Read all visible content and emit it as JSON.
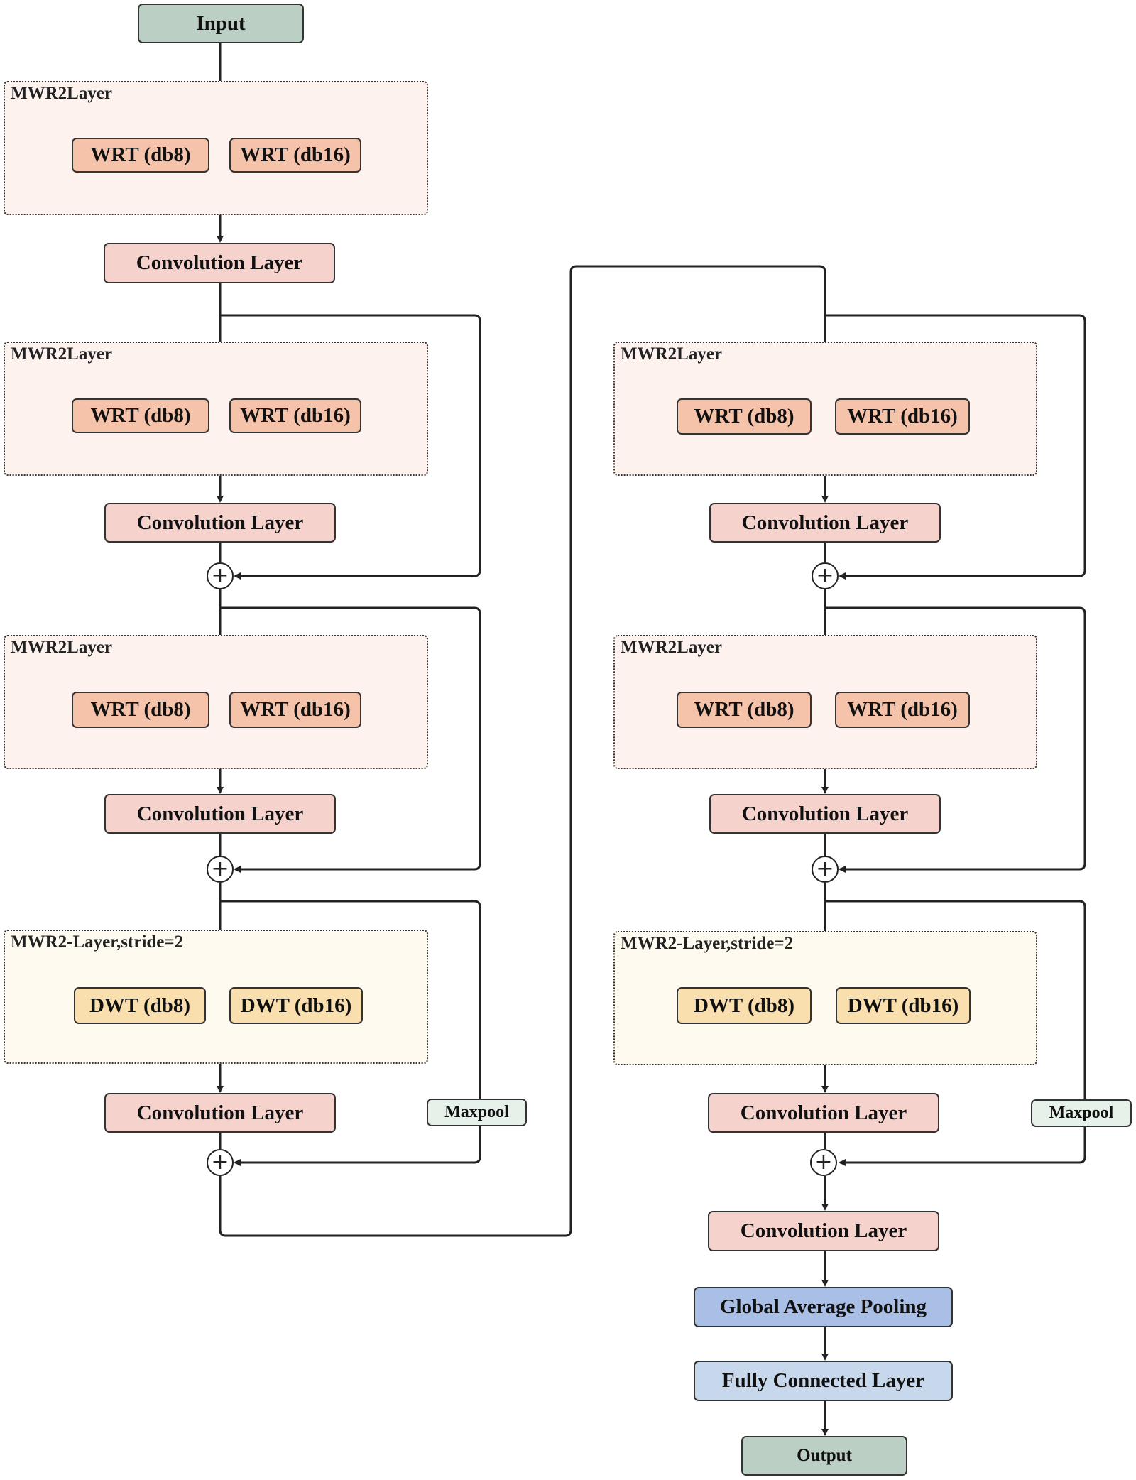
{
  "diagram": {
    "input": "Input",
    "output": "Output",
    "left_column": {
      "blocks": [
        {
          "group_label": "MWR2Layer",
          "branch_a": "WRT (db8)",
          "branch_b": "WRT (db16)",
          "conv": "Convolution Layer"
        },
        {
          "group_label": "MWR2Layer",
          "branch_a": "WRT (db8)",
          "branch_b": "WRT (db16)",
          "conv": "Convolution Layer"
        },
        {
          "group_label": "MWR2Layer",
          "branch_a": "WRT (db8)",
          "branch_b": "WRT (db16)",
          "conv": "Convolution Layer"
        },
        {
          "group_label": "MWR2-Layer,stride=2",
          "branch_a": "DWT (db8)",
          "branch_b": "DWT (db16)",
          "conv": "Convolution Layer"
        }
      ],
      "maxpool": "Maxpool",
      "add_symbol": "+"
    },
    "right_column": {
      "blocks": [
        {
          "group_label": "MWR2Layer",
          "branch_a": "WRT (db8)",
          "branch_b": "WRT (db16)",
          "conv": "Convolution Layer"
        },
        {
          "group_label": "MWR2Layer",
          "branch_a": "WRT (db8)",
          "branch_b": "WRT (db16)",
          "conv": "Convolution Layer"
        },
        {
          "group_label": "MWR2-Layer,stride=2",
          "branch_a": "DWT (db8)",
          "branch_b": "DWT (db16)",
          "conv": "Convolution Layer"
        }
      ],
      "maxpool": "Maxpool",
      "add_symbol": "+",
      "final_conv": "Convolution Layer",
      "global_pool": "Global Average Pooling",
      "fully_connected": "Fully Connected Layer"
    },
    "colors": {
      "io": "#bccfc4",
      "wrt": "#f5c2aa",
      "dwt": "#f9dfae",
      "conv": "#f6d2cc",
      "maxpool": "#e6f1ea",
      "global_pool": "#a9bfe6",
      "fully_connected": "#c7d8ec"
    }
  }
}
